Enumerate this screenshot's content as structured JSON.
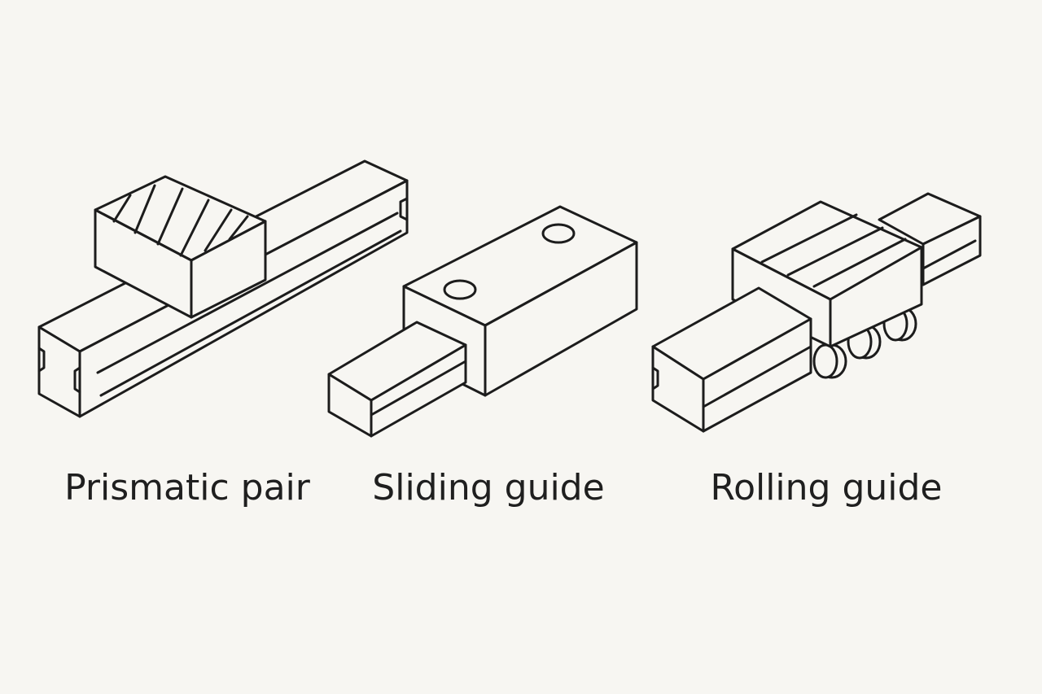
{
  "figures": [
    {
      "id": "prismatic",
      "label": "Prismatic pair",
      "icon": "prismatic-pair-icon"
    },
    {
      "id": "sliding",
      "label": "Sliding guide",
      "icon": "sliding-guide-icon"
    },
    {
      "id": "rolling",
      "label": "Rolling guide",
      "icon": "rolling-guide-icon"
    }
  ],
  "colors": {
    "background": "#f7f6f2",
    "line": "#1c1c1c",
    "text": "#1f1f1f"
  }
}
